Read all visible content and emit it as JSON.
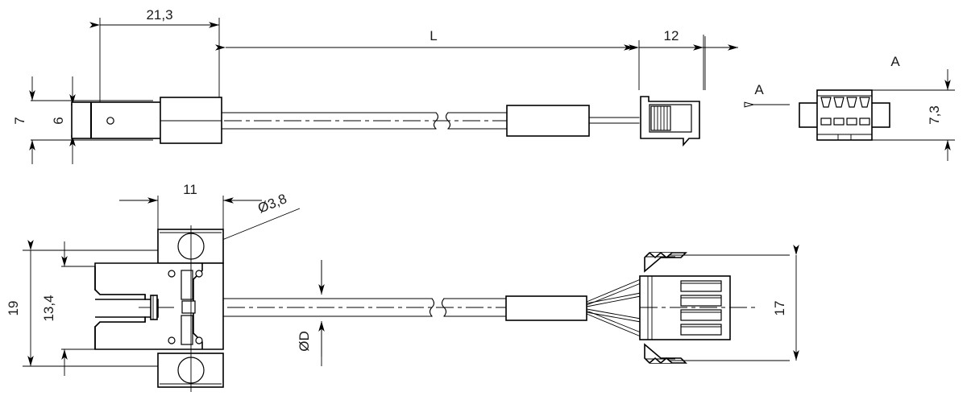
{
  "drawing": {
    "title": "Cable assembly technical drawing",
    "type": "engineering-dimensioned-drawing",
    "units": "mm",
    "decimal_separator": ","
  },
  "dimensions": {
    "top_view": {
      "terminal_length": "21,3",
      "cable_length": "L",
      "connector_length": "12",
      "terminal_height_outer": "7",
      "terminal_height_inner": "6",
      "connector_front_height": "7,3"
    },
    "bottom_view": {
      "terminal_width": "11",
      "hole_diameter": "Ø3,8",
      "fork_outer_width": "19",
      "fork_inner_width": "13,4",
      "cable_diameter": "ØD",
      "connector_width": "17"
    }
  },
  "labels": {
    "section_marker": "A",
    "section_view_title": "A"
  },
  "values": {
    "d21_3": "21,3",
    "dL": "L",
    "d12": "12",
    "d7": "7",
    "d6": "6",
    "d7_3": "7,3",
    "d11": "11",
    "d3_8": "Ø3,8",
    "d19": "19",
    "d13_4": "13,4",
    "dD": "ØD",
    "d17": "17",
    "markA": "A",
    "viewA": "A"
  },
  "colors": {
    "line": "#000000",
    "background": "#ffffff",
    "text": "#1a1a1a"
  }
}
